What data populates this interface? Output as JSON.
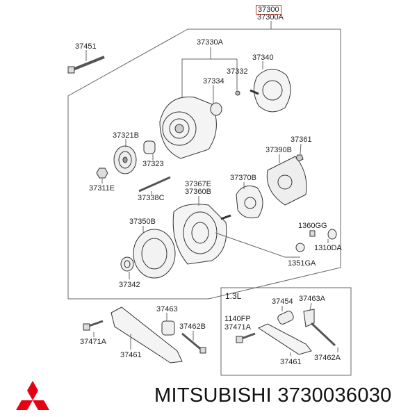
{
  "diagram": {
    "header_part_boxed": "37300",
    "header_part": "37300A",
    "labels": {
      "p37451": "37451",
      "p37330A": "37330A",
      "p37340": "37340",
      "p37332": "37332",
      "p37334": "37334",
      "p37321B": "37321B",
      "p37361": "37361",
      "p37390B": "37390B",
      "p37323": "37323",
      "p37311E": "37311E",
      "p37370B": "37370B",
      "p37367E": "37367E",
      "p37360B": "37360B",
      "p37338C": "37338C",
      "p37350B": "37350B",
      "p1360GG": "1360GG",
      "p1310DA": "1310DA",
      "p1351GA": "1351GA",
      "p37342": "37342",
      "p37463": "37463",
      "p37462B": "37462B",
      "p37471A": "37471A",
      "p37461": "37461"
    },
    "inset": {
      "title": "1.3L",
      "p37454": "37454",
      "p37463A": "37463A",
      "p1140FP": "1140FP",
      "p37471A": "37471A",
      "p37461": "37461",
      "p37462A": "37462A"
    }
  },
  "footer": {
    "brand": "MITSUBISHI",
    "part_number": "3730036030",
    "logo_color": "#e60012"
  }
}
